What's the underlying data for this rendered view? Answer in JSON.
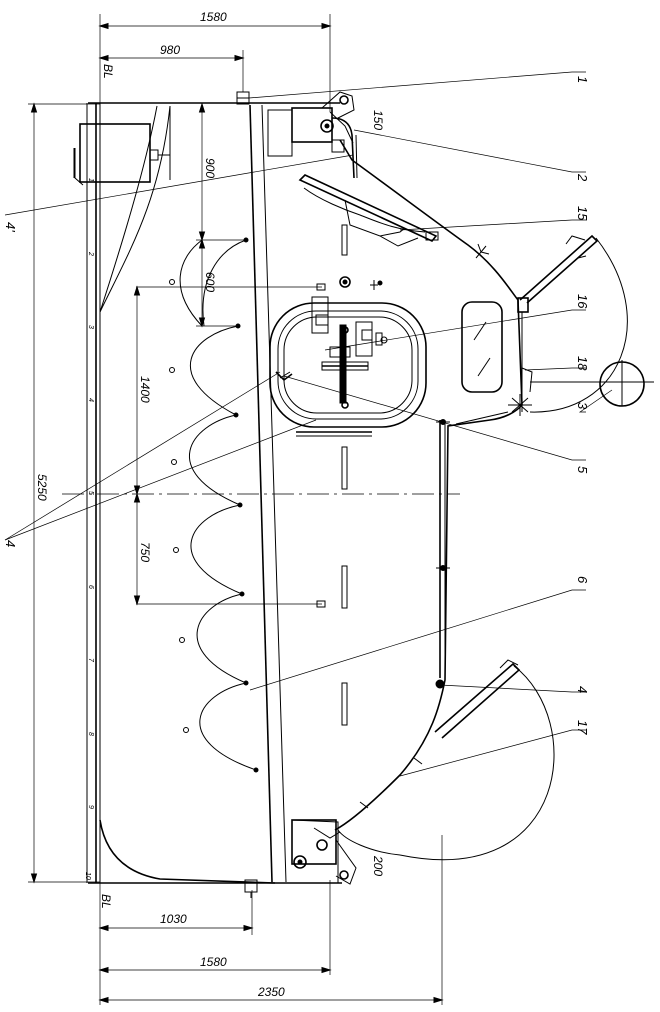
{
  "dimensions": {
    "top_overall": "1580",
    "top_bl": "980",
    "left_900": "900",
    "left_600": "600",
    "left_1400": "1400",
    "left_750": "750",
    "overall_length": "5250",
    "corner_top": "150",
    "corner_bottom": "200",
    "bottom_bl": "1030",
    "bottom_overall": "1580",
    "bottom_total": "2350"
  },
  "baseline_labels": {
    "top": "BL",
    "bottom": "BL"
  },
  "frame_ticks": [
    "1",
    "2",
    "3",
    "4",
    "5",
    "6",
    "7",
    "8",
    "9",
    "10"
  ],
  "callouts": {
    "c1": "1",
    "c2": "2",
    "c15": "15",
    "c16": "16",
    "c18": "18",
    "c3": "3",
    "c5": "5",
    "c6": "6",
    "c4b": "4",
    "c17": "17",
    "c4top": "4'",
    "c4left": "4"
  }
}
